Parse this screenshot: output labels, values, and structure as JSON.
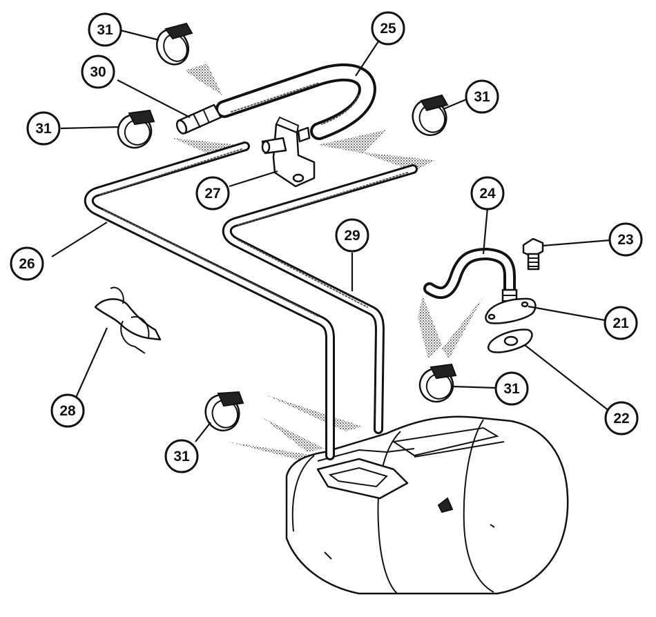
{
  "callouts": [
    {
      "id": "31",
      "label": "31"
    },
    {
      "id": "25",
      "label": "25"
    },
    {
      "id": "30",
      "label": "30"
    },
    {
      "id": "31",
      "label": "31"
    },
    {
      "id": "31",
      "label": "31"
    },
    {
      "id": "27",
      "label": "27"
    },
    {
      "id": "24",
      "label": "24"
    },
    {
      "id": "23",
      "label": "23"
    },
    {
      "id": "26",
      "label": "26"
    },
    {
      "id": "29",
      "label": "29"
    },
    {
      "id": "21",
      "label": "21"
    },
    {
      "id": "31",
      "label": "31"
    },
    {
      "id": "28",
      "label": "28"
    },
    {
      "id": "22",
      "label": "22"
    },
    {
      "id": "31",
      "label": "31"
    }
  ]
}
